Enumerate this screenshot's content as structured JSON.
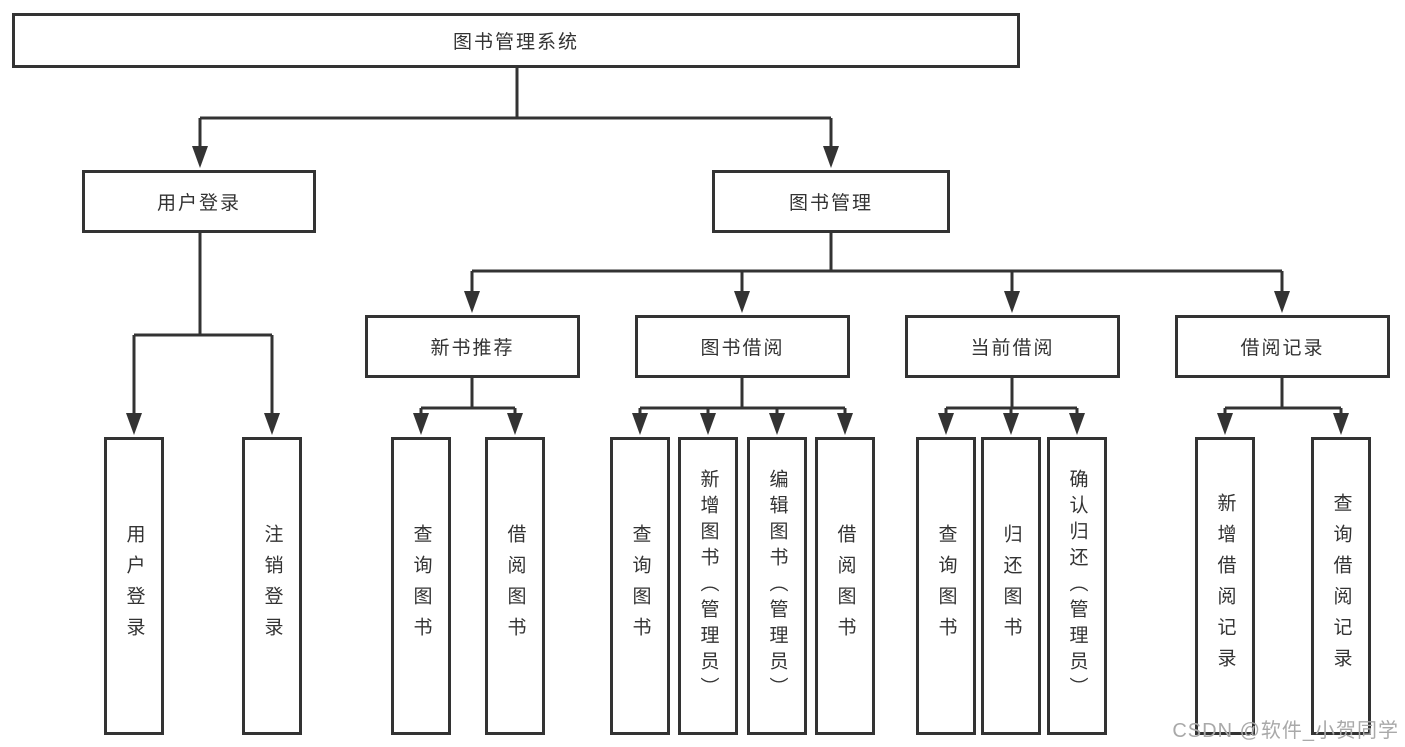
{
  "diagram": {
    "root": {
      "label": "图书管理系统"
    },
    "level2": [
      {
        "id": "user-login",
        "label": "用户登录"
      },
      {
        "id": "book-management",
        "label": "图书管理"
      }
    ],
    "level3": [
      {
        "id": "new-book-recommend",
        "parent": "图书管理",
        "label": "新书推荐"
      },
      {
        "id": "book-borrowing",
        "parent": "图书管理",
        "label": "图书借阅"
      },
      {
        "id": "current-borrowing",
        "parent": "图书管理",
        "label": "当前借阅"
      },
      {
        "id": "borrowing-records",
        "parent": "图书管理",
        "label": "借阅记录"
      }
    ],
    "level4": [
      {
        "parent": "用户登录",
        "label": "用户登录"
      },
      {
        "parent": "用户登录",
        "label": "注销登录"
      },
      {
        "parent": "新书推荐",
        "label": "查询图书"
      },
      {
        "parent": "新书推荐",
        "label": "借阅图书"
      },
      {
        "parent": "图书借阅",
        "label": "查询图书"
      },
      {
        "parent": "图书借阅",
        "label": "新增图书（管理员）"
      },
      {
        "parent": "图书借阅",
        "label": "编辑图书（管理员）"
      },
      {
        "parent": "图书借阅",
        "label": "借阅图书"
      },
      {
        "parent": "当前借阅",
        "label": "查询图书"
      },
      {
        "parent": "当前借阅",
        "label": "归还图书"
      },
      {
        "parent": "当前借阅",
        "label": "确认归还（管理员）"
      },
      {
        "parent": "借阅记录",
        "label": "新增借阅记录"
      },
      {
        "parent": "借阅记录",
        "label": "查询借阅记录"
      }
    ],
    "watermark": "CSDN @软件_小贺同学",
    "colors": {
      "line": "#333333",
      "text": "#333333",
      "box_background": "#ffffff",
      "watermark": "#a9a9a9",
      "background": "#ffffff"
    }
  }
}
